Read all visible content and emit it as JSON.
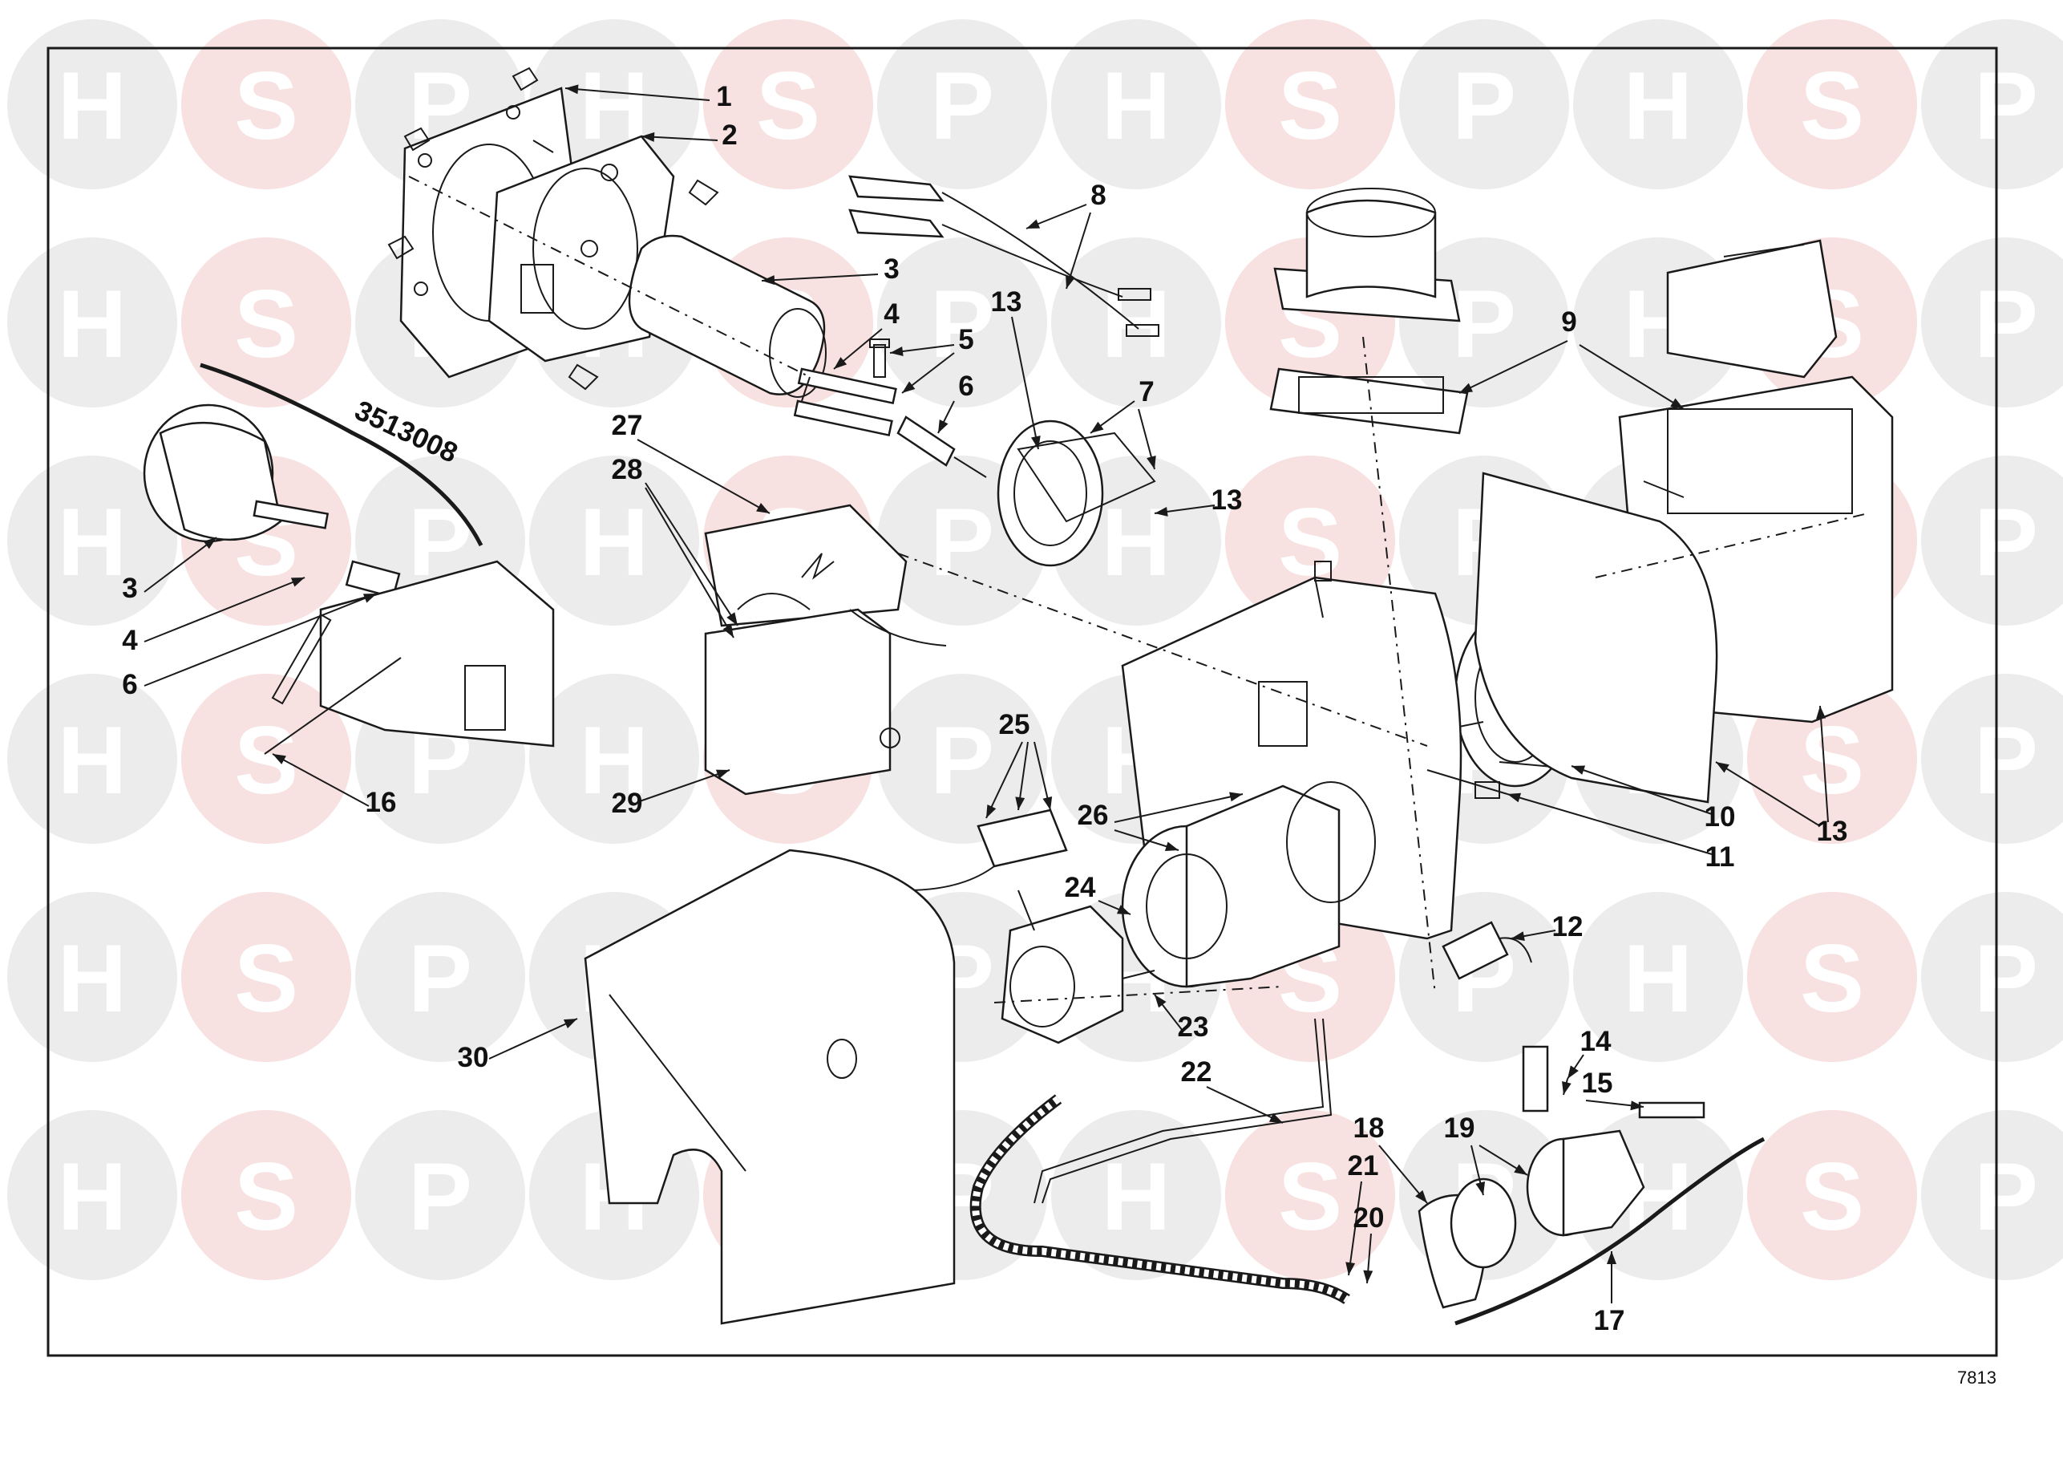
{
  "diagram": {
    "figure_number": "7813",
    "kit_reference": "3513008",
    "callouts": [
      "1",
      "2",
      "3",
      "4",
      "5",
      "6",
      "7",
      "8",
      "9",
      "10",
      "11",
      "12",
      "13",
      "14",
      "15",
      "16",
      "17",
      "18",
      "19",
      "20",
      "21",
      "22",
      "23",
      "24",
      "25",
      "26",
      "27",
      "28",
      "29",
      "30"
    ],
    "kit_callouts": [
      "3",
      "4",
      "6"
    ],
    "watermark_letters": [
      "H",
      "S",
      "P"
    ],
    "colors": {
      "line": "#1a1a1a",
      "watermark_grey": "#ececec",
      "watermark_pink": "#f7e1e1",
      "frame": "#1a1a1a"
    }
  }
}
